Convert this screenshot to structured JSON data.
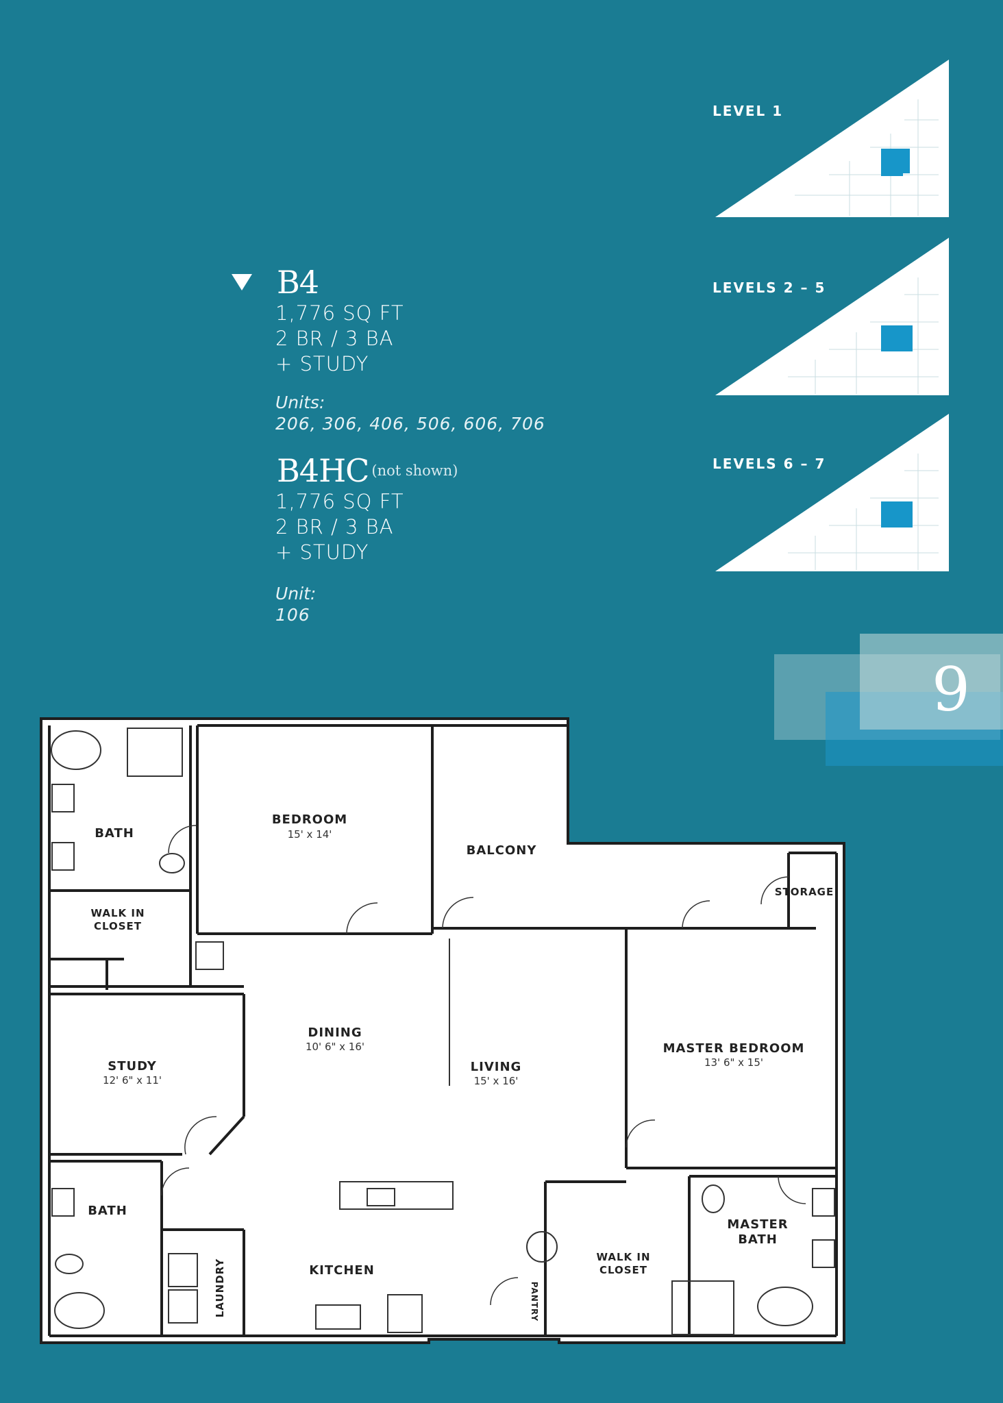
{
  "plans": [
    {
      "name": "B4",
      "note": "",
      "sqft": "1,776 SQ FT",
      "beds_baths": "2 BR / 3 BA",
      "extra": "+ STUDY",
      "units_label": "Units:",
      "units": "206, 306, 406, 506, 606, 706"
    },
    {
      "name": "B4HC",
      "note": "(not shown)",
      "sqft": "1,776 SQ FT",
      "beds_baths": "2 BR / 3 BA",
      "extra": "+ STUDY",
      "units_label": "Unit:",
      "units": "106"
    }
  ],
  "levels": [
    "LEVEL 1",
    "LEVELS 2 – 5",
    "LEVELS 6 – 7"
  ],
  "page_number": "9",
  "rooms": {
    "bath_top": "BATH",
    "walk_in_closet_top_1": "WALK IN",
    "walk_in_closet_top_2": "CLOSET",
    "bedroom": "BEDROOM",
    "bedroom_dim": "15' x 14'",
    "balcony": "BALCONY",
    "storage": "STORAGE",
    "study": "STUDY",
    "study_dim": "12' 6\" x 11'",
    "dining": "DINING",
    "dining_dim": "10' 6\" x 16'",
    "living": "LIVING",
    "living_dim": "15' x 16'",
    "master_bedroom": "MASTER BEDROOM",
    "master_bedroom_dim": "13' 6\" x 15'",
    "bath_bottom": "BATH",
    "laundry": "LAUNDRY",
    "kitchen": "KITCHEN",
    "pantry": "PANTRY",
    "walk_in_closet_bottom_1": "WALK IN",
    "walk_in_closet_bottom_2": "CLOSET",
    "master_bath_1": "MASTER",
    "master_bath_2": "BATH"
  },
  "colors": {
    "background": "#1a7c93",
    "highlight": "#1796c9",
    "plan_fill": "#ffffff",
    "wall": "#1e1e1e"
  }
}
